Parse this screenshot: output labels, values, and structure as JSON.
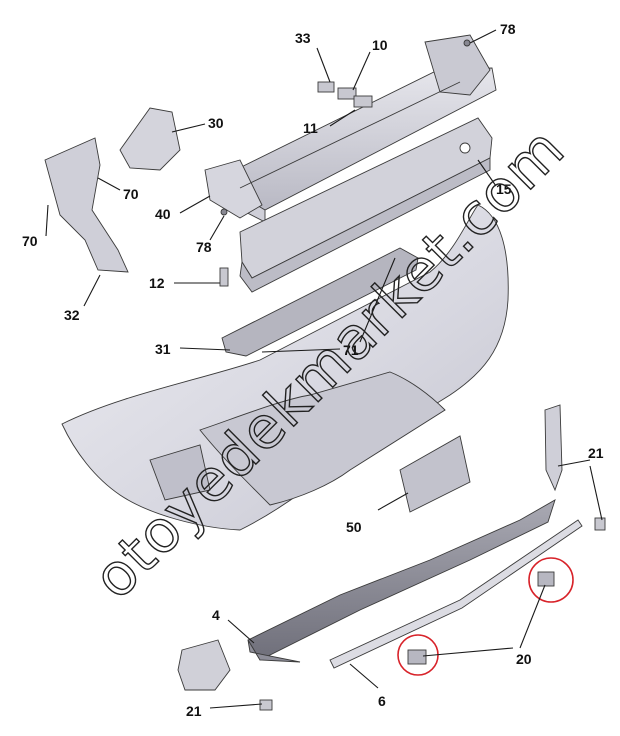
{
  "watermark": "otoyedekmarket.com",
  "callouts": [
    {
      "id": "33",
      "text": "33"
    },
    {
      "id": "10",
      "text": "10"
    },
    {
      "id": "78a",
      "text": "78"
    },
    {
      "id": "30",
      "text": "30"
    },
    {
      "id": "11",
      "text": "11"
    },
    {
      "id": "70a",
      "text": "70"
    },
    {
      "id": "15",
      "text": "15"
    },
    {
      "id": "40",
      "text": "40"
    },
    {
      "id": "70b",
      "text": "70"
    },
    {
      "id": "78b",
      "text": "78"
    },
    {
      "id": "12",
      "text": "12"
    },
    {
      "id": "32",
      "text": "32"
    },
    {
      "id": "31",
      "text": "31"
    },
    {
      "id": "71",
      "text": "71"
    },
    {
      "id": "21a",
      "text": "21"
    },
    {
      "id": "50",
      "text": "50"
    },
    {
      "id": "4",
      "text": "4"
    },
    {
      "id": "20",
      "text": "20"
    },
    {
      "id": "21b",
      "text": "21"
    },
    {
      "id": "6",
      "text": "6"
    }
  ],
  "highlight_color": "#d8232a"
}
